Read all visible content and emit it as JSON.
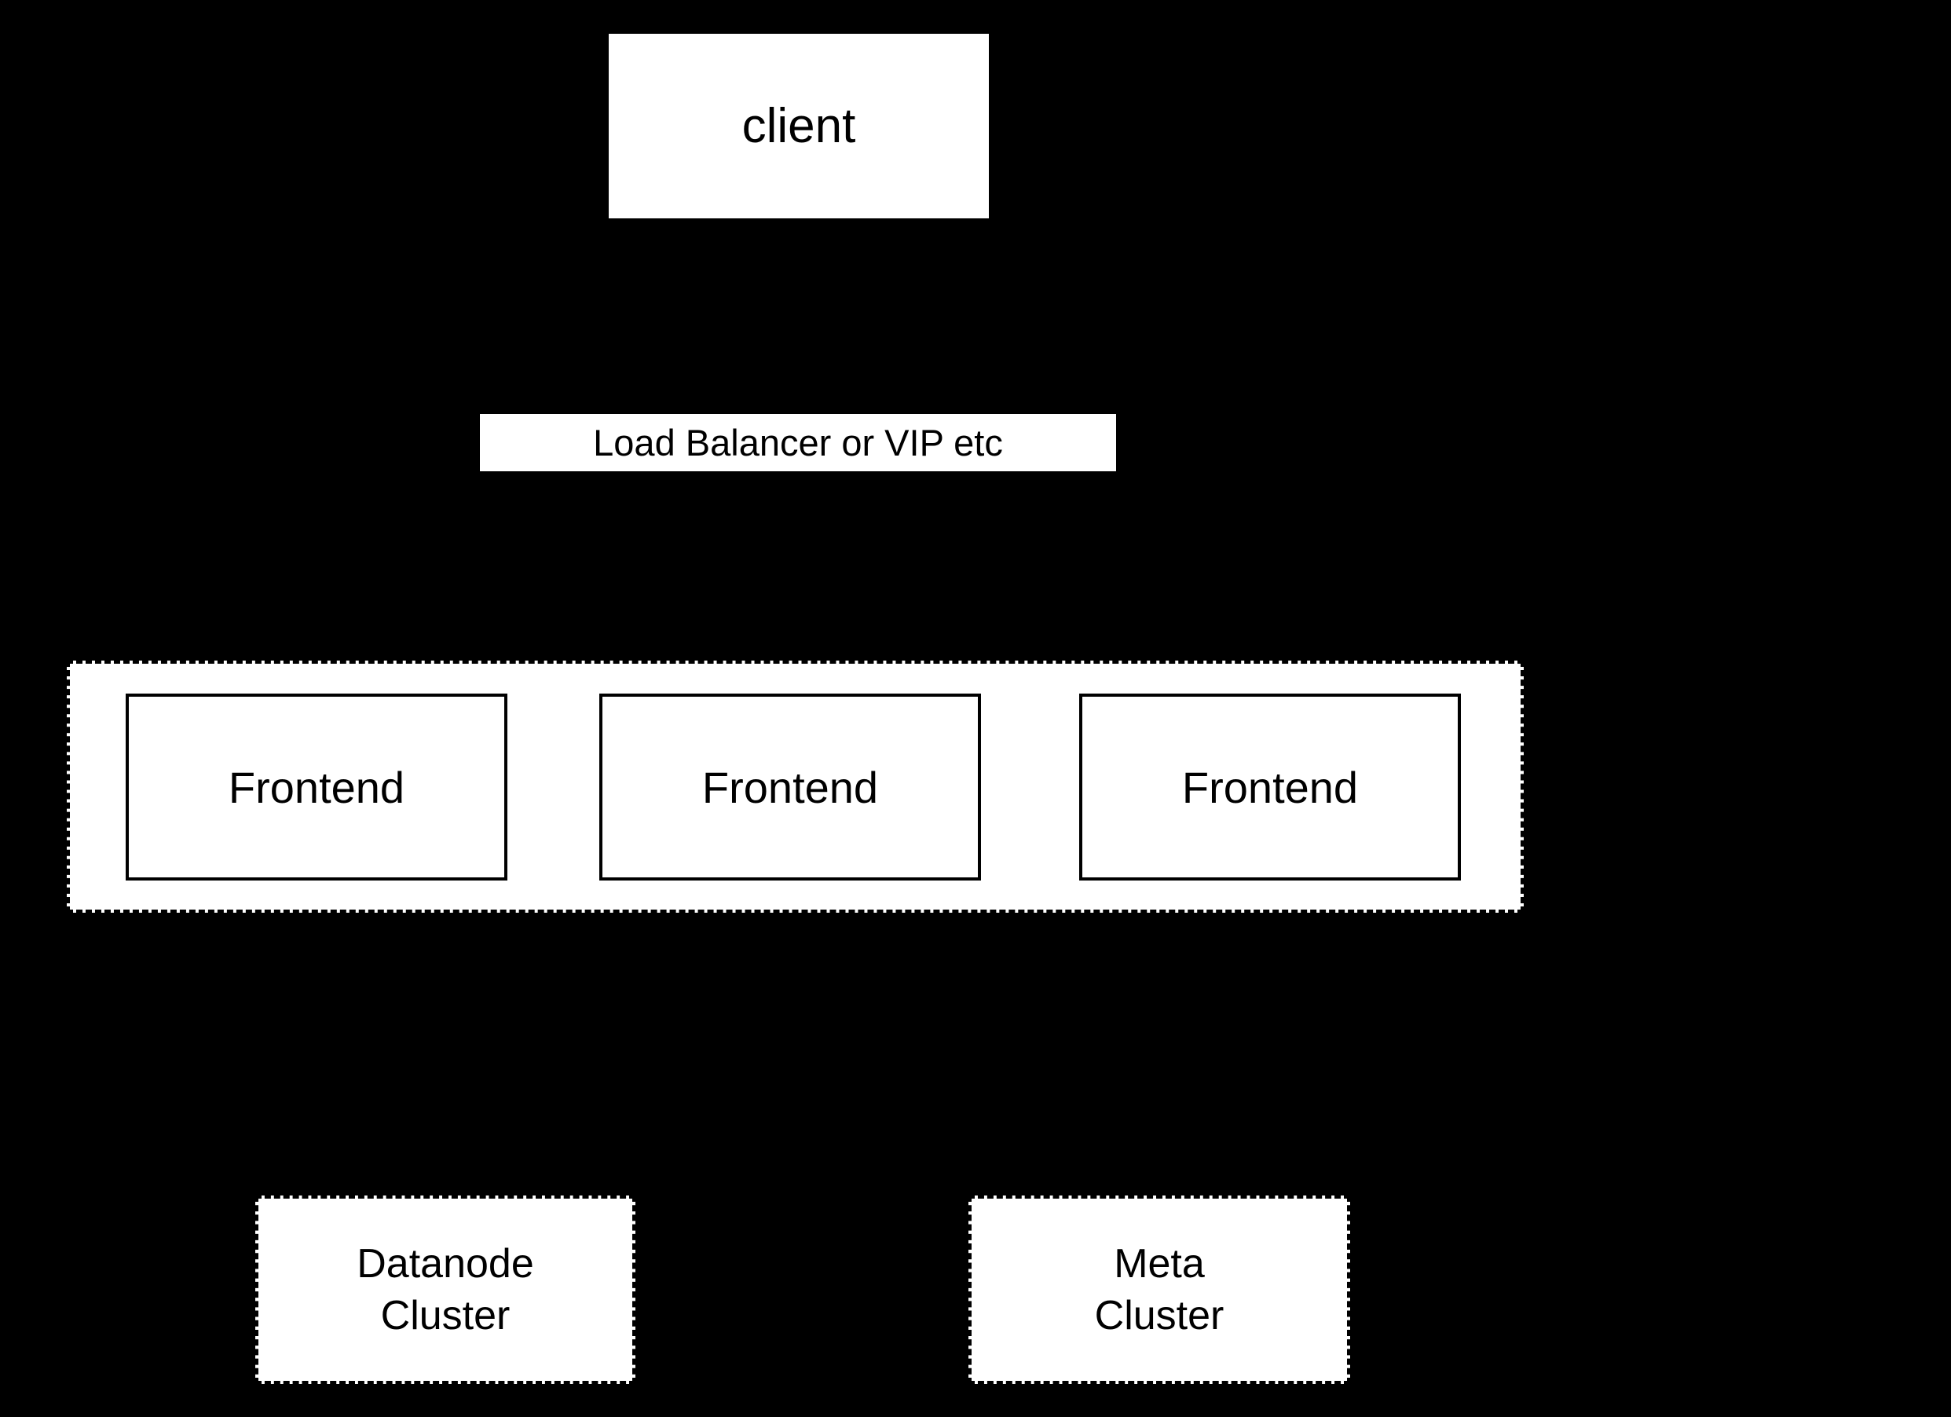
{
  "colors": {
    "background": "#000000",
    "node_fill": "#ffffff",
    "node_text": "#000000",
    "node_border": "#000000"
  },
  "nodes": {
    "client": {
      "label": "client"
    },
    "load_balancer": {
      "label": "Load Balancer or VIP etc"
    },
    "frontend_group": {
      "members": [
        {
          "label": "Frontend"
        },
        {
          "label": "Frontend"
        },
        {
          "label": "Frontend"
        }
      ]
    },
    "datanode_cluster": {
      "label_line1": "Datanode",
      "label_line2": "Cluster"
    },
    "meta_cluster": {
      "label_line1": "Meta",
      "label_line2": "Cluster"
    }
  }
}
